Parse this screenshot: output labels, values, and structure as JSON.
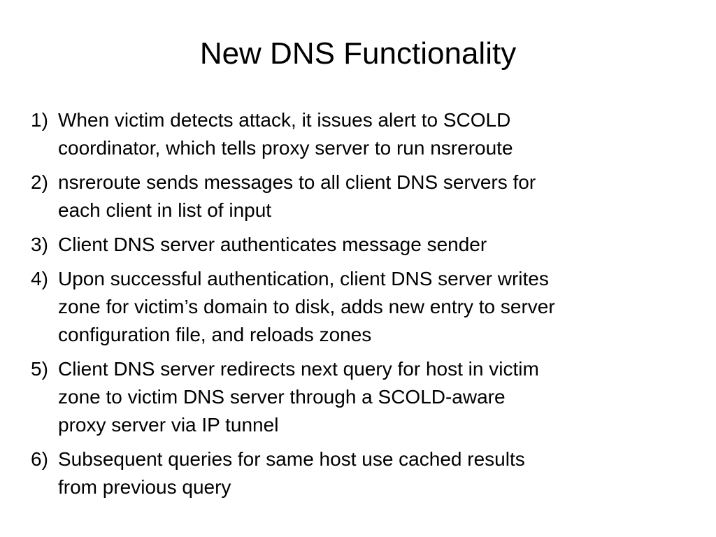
{
  "slide": {
    "title": "New DNS Functionality",
    "items": [
      {
        "number": "1)",
        "lines": [
          "When victim detects attack, it issues alert to SCOLD",
          "coordinator, which tells proxy server to run nsreroute"
        ]
      },
      {
        "number": "2)",
        "lines": [
          "nsreroute sends messages to all client DNS servers for",
          "each client in list of input"
        ]
      },
      {
        "number": "3)",
        "lines": [
          "Client DNS server authenticates message sender"
        ]
      },
      {
        "number": "4)",
        "lines": [
          "Upon successful authentication, client DNS server writes",
          "zone for victim’s domain to disk, adds new entry to server",
          "configuration file, and reloads zones"
        ]
      },
      {
        "number": "5)",
        "lines": [
          "Client DNS server redirects next query for host in victim",
          "zone to victim DNS server through a SCOLD-aware",
          "proxy server via IP tunnel"
        ]
      },
      {
        "number": "6)",
        "lines": [
          "Subsequent queries for same host use cached results",
          "from previous query"
        ]
      }
    ]
  }
}
